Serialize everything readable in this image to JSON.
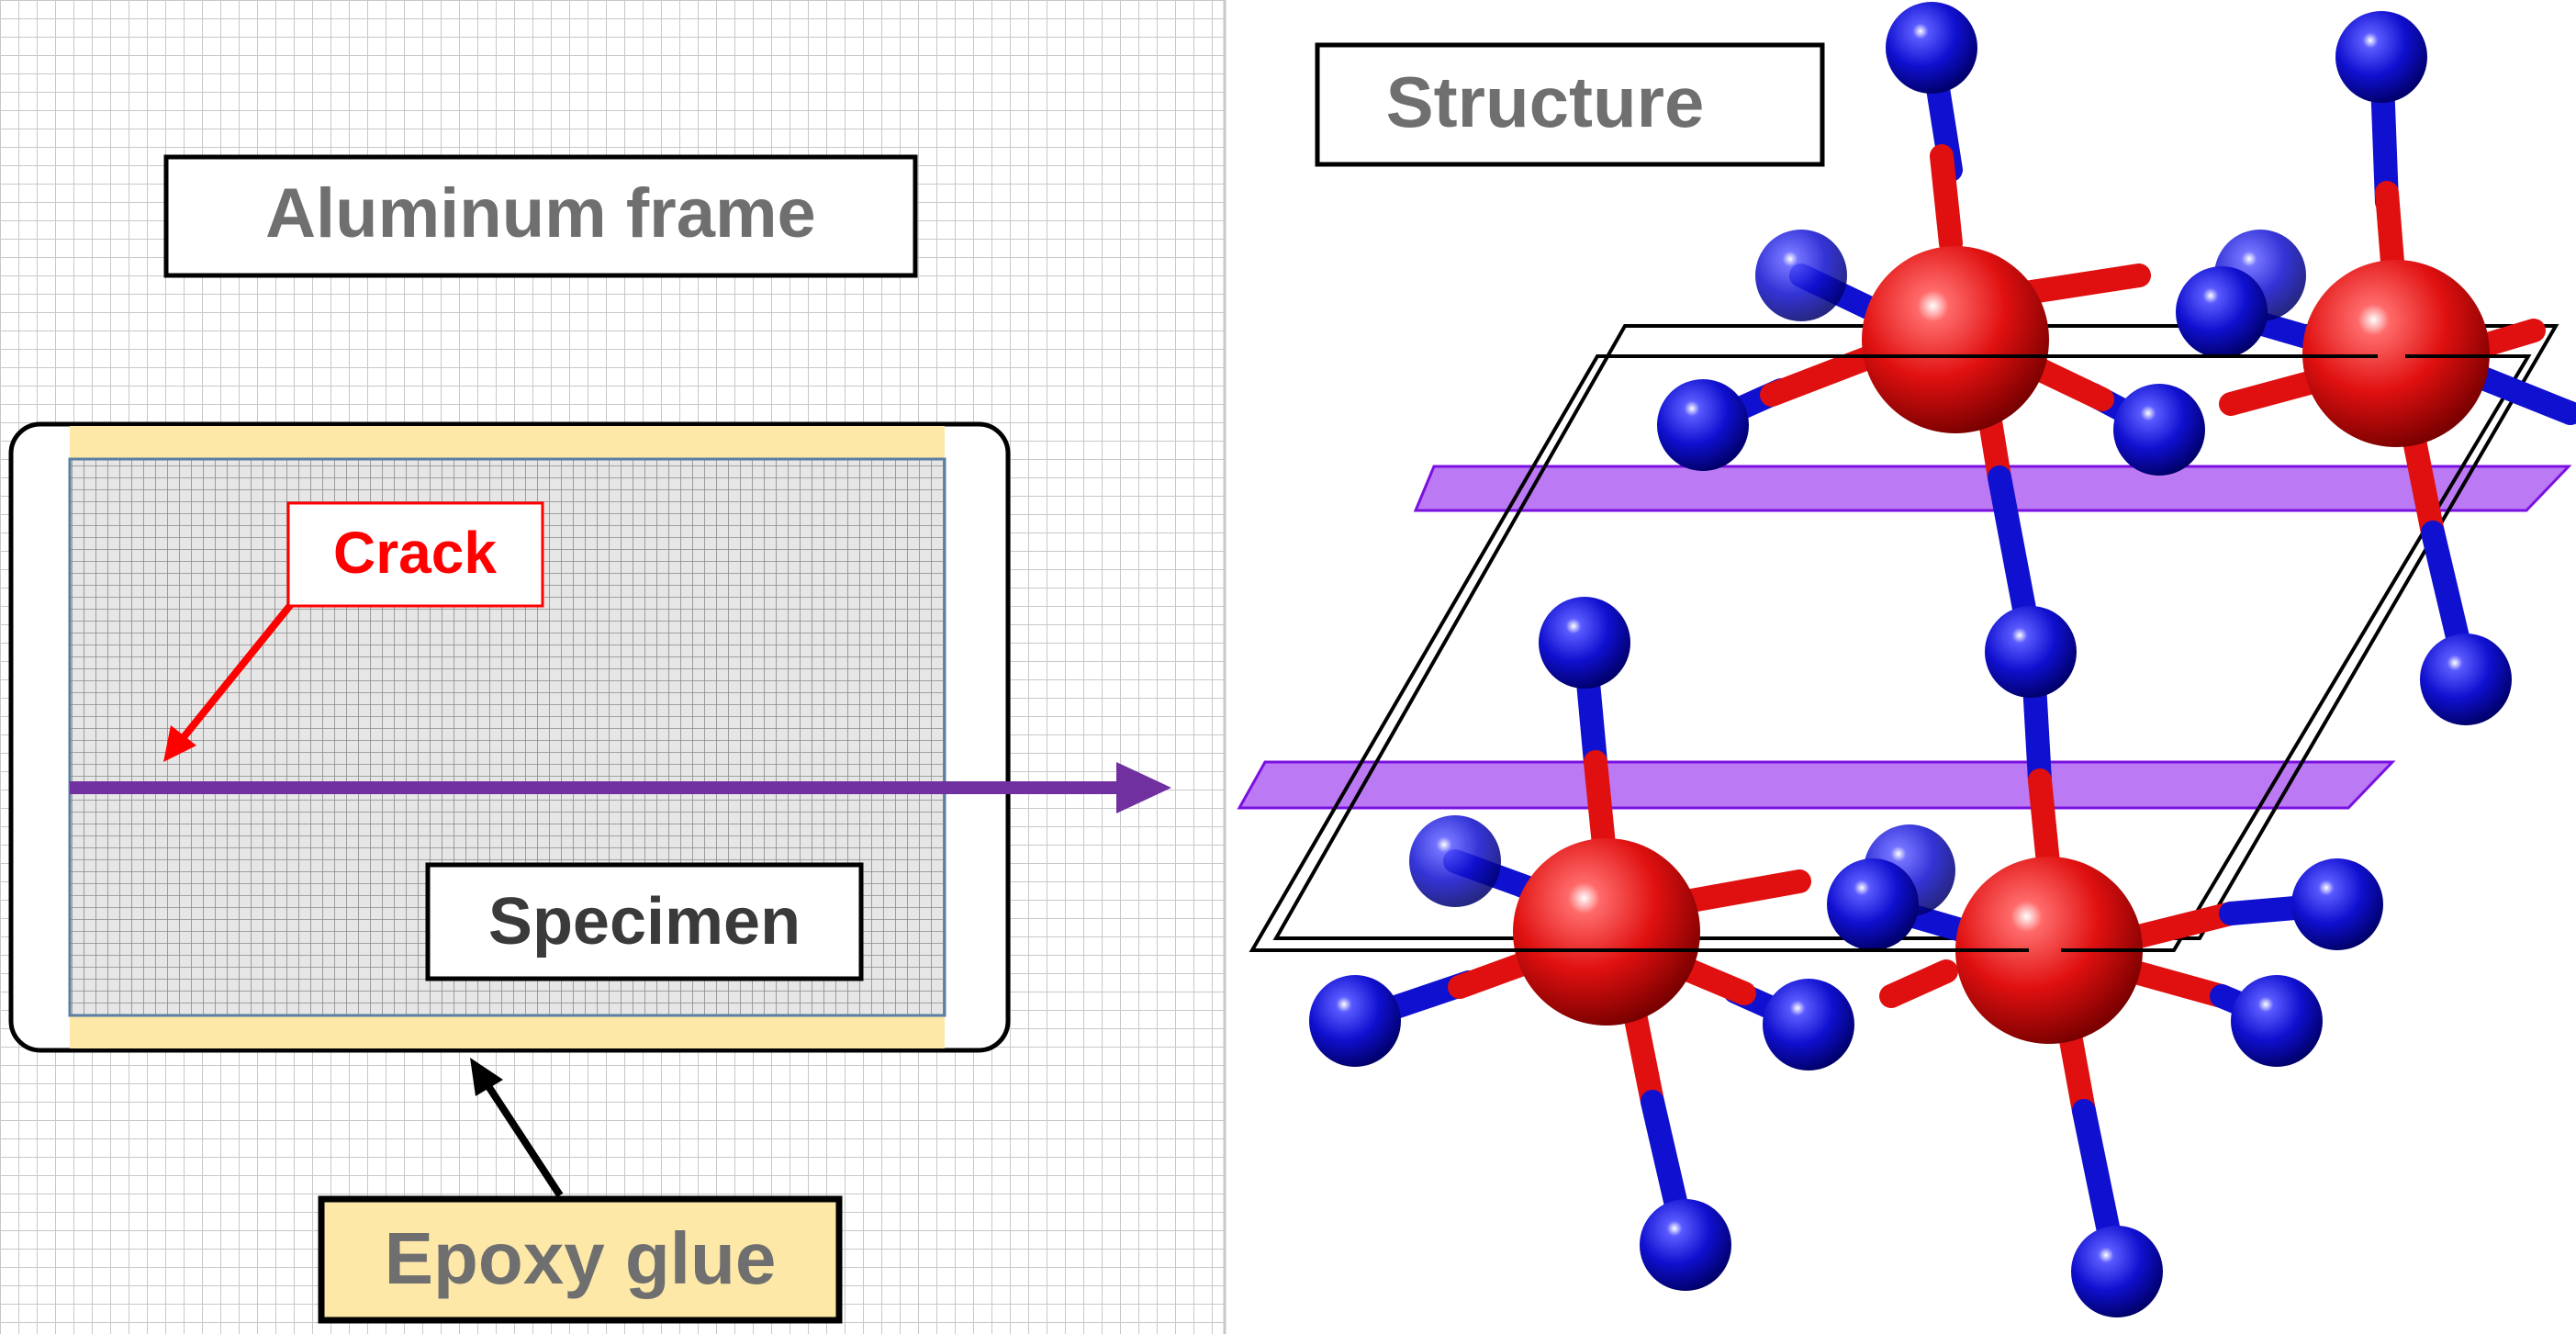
{
  "left_panel": {
    "frame_label": "Aluminum frame",
    "crack_label": "Crack",
    "specimen_label": "Specimen",
    "glue_label": "Epoxy glue"
  },
  "right_panel": {
    "structure_label": "Structure"
  },
  "colors": {
    "grid_line": "#c8c8c8",
    "frame_fill": "#ffffff",
    "glue_fill": "#fde8a8",
    "specimen_fill": "#e6e6e6",
    "mesh_line": "#8a8a8a",
    "label_text": "#6f6f6f",
    "crack_color": "#ff0000",
    "beam_color": "#7030a0",
    "cation_color": "#e01010",
    "anion_color": "#1010d0",
    "plane_color": "#a040f0"
  },
  "icons": {
    "crack_arrow": "red-arrow-icon",
    "glue_arrow": "black-arrow-icon",
    "beam_arrow": "purple-arrow-icon"
  }
}
